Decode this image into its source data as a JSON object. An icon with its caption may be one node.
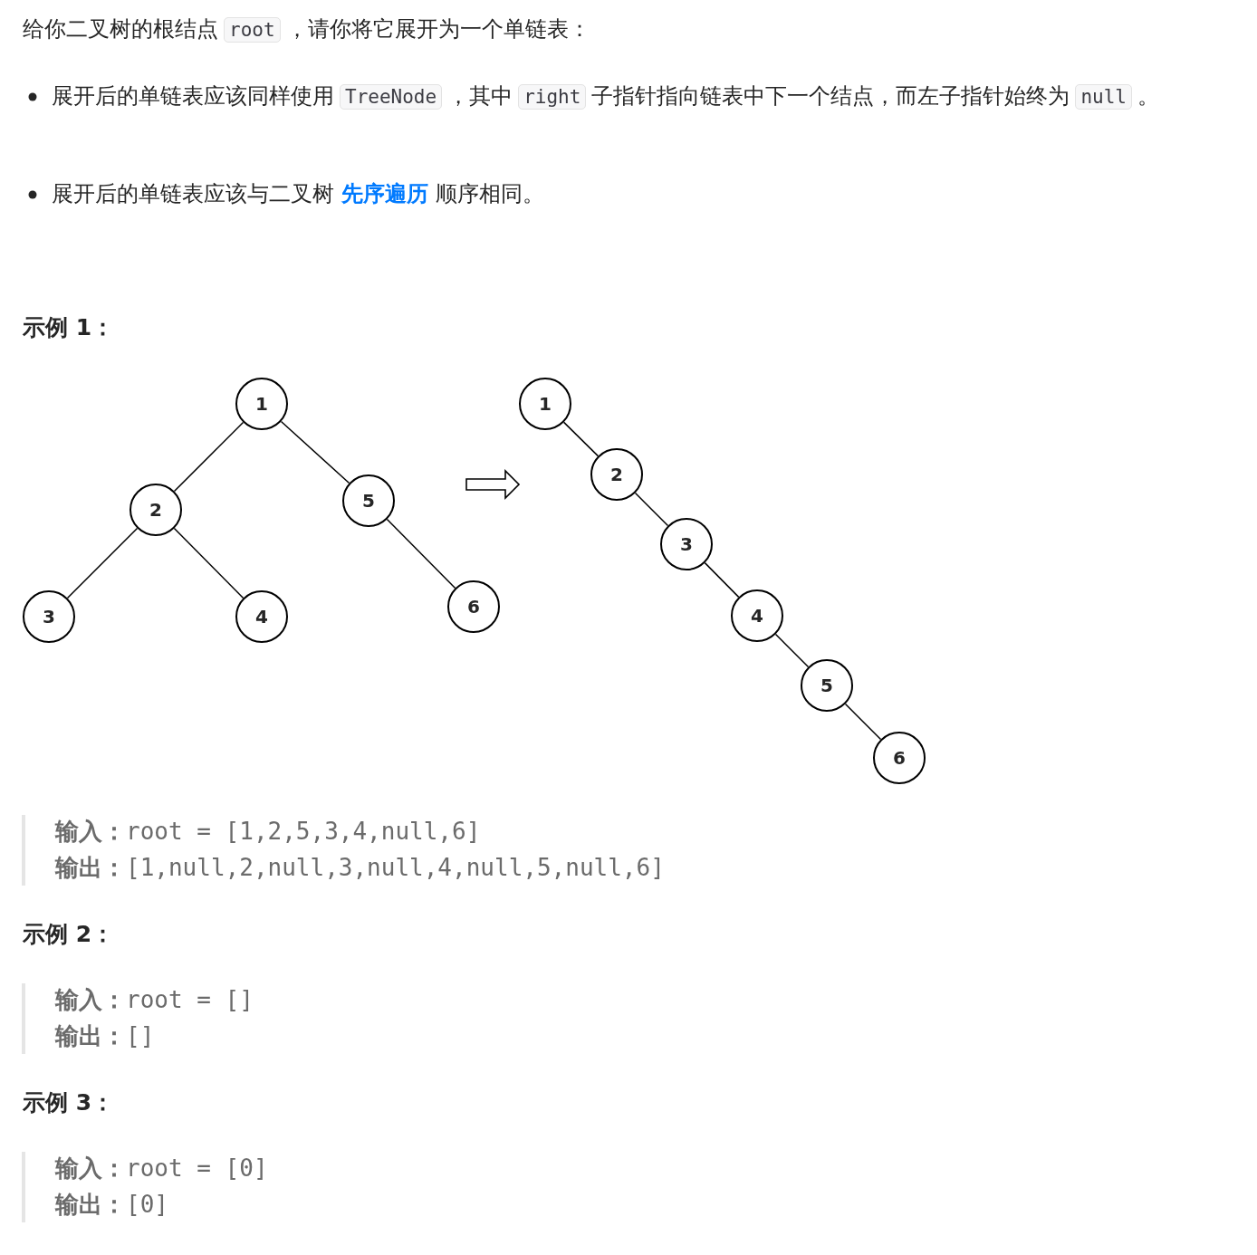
{
  "diagram": {
    "nodes": [
      {
        "text": [
          "1"
        ]
      },
      {
        "text": [
          "2"
        ]
      },
      {
        "text": [
          "5"
        ]
      },
      {
        "text": [
          "3"
        ]
      },
      {
        "text": [
          "4"
        ]
      },
      {
        "text": [
          "6"
        ]
      },
      {
        "text": [
          "1"
        ]
      },
      {
        "text": [
          "2"
        ]
      },
      {
        "text": [
          "3"
        ]
      },
      {
        "text": [
          "4"
        ]
      },
      {
        "text": [
          "5"
        ]
      },
      {
        "text": [
          "6"
        ]
      }
    ],
    "edges": [
      {
        "from": 0,
        "to": 1,
        "arrow": "none"
      },
      {
        "from": 0,
        "to": 2,
        "arrow": "none"
      },
      {
        "from": 1,
        "to": 3,
        "arrow": "none"
      },
      {
        "from": 1,
        "to": 4,
        "arrow": "none"
      },
      {
        "from": 2,
        "to": 5,
        "arrow": "none"
      },
      {
        "from": 6,
        "to": 7,
        "arrow": "none"
      },
      {
        "from": 7,
        "to": 8,
        "arrow": "none"
      },
      {
        "from": 8,
        "to": 9,
        "arrow": "none"
      },
      {
        "from": 9,
        "to": 10,
        "arrow": "none"
      },
      {
        "from": 10,
        "to": 11,
        "arrow": "none"
      }
    ],
    "labels": [
      "给你二叉树的根结点",
      "root",
      "，请你将它展开为一个单链表：",
      "展开后的单链表应该同样使用",
      "TreeNode",
      "，其中",
      "right",
      "子指针指向链表中下一个结点，而左子指针始终为",
      "null",
      "。",
      "展开后的单链表应该与二叉树",
      "先序遍历",
      "顺序相同。",
      "示例 1：",
      "**输入：**root = [1,2,5,3,4,null,6]",
      "**输出：**[1,null,2,null,3,null,4,null,5,null,6]",
      "示例 2：",
      "**输入：**root = []",
      "**输出：**[]",
      "示例 3：",
      "**输入：**root = [0]",
      "**输出：**[0]"
    ]
  }
}
